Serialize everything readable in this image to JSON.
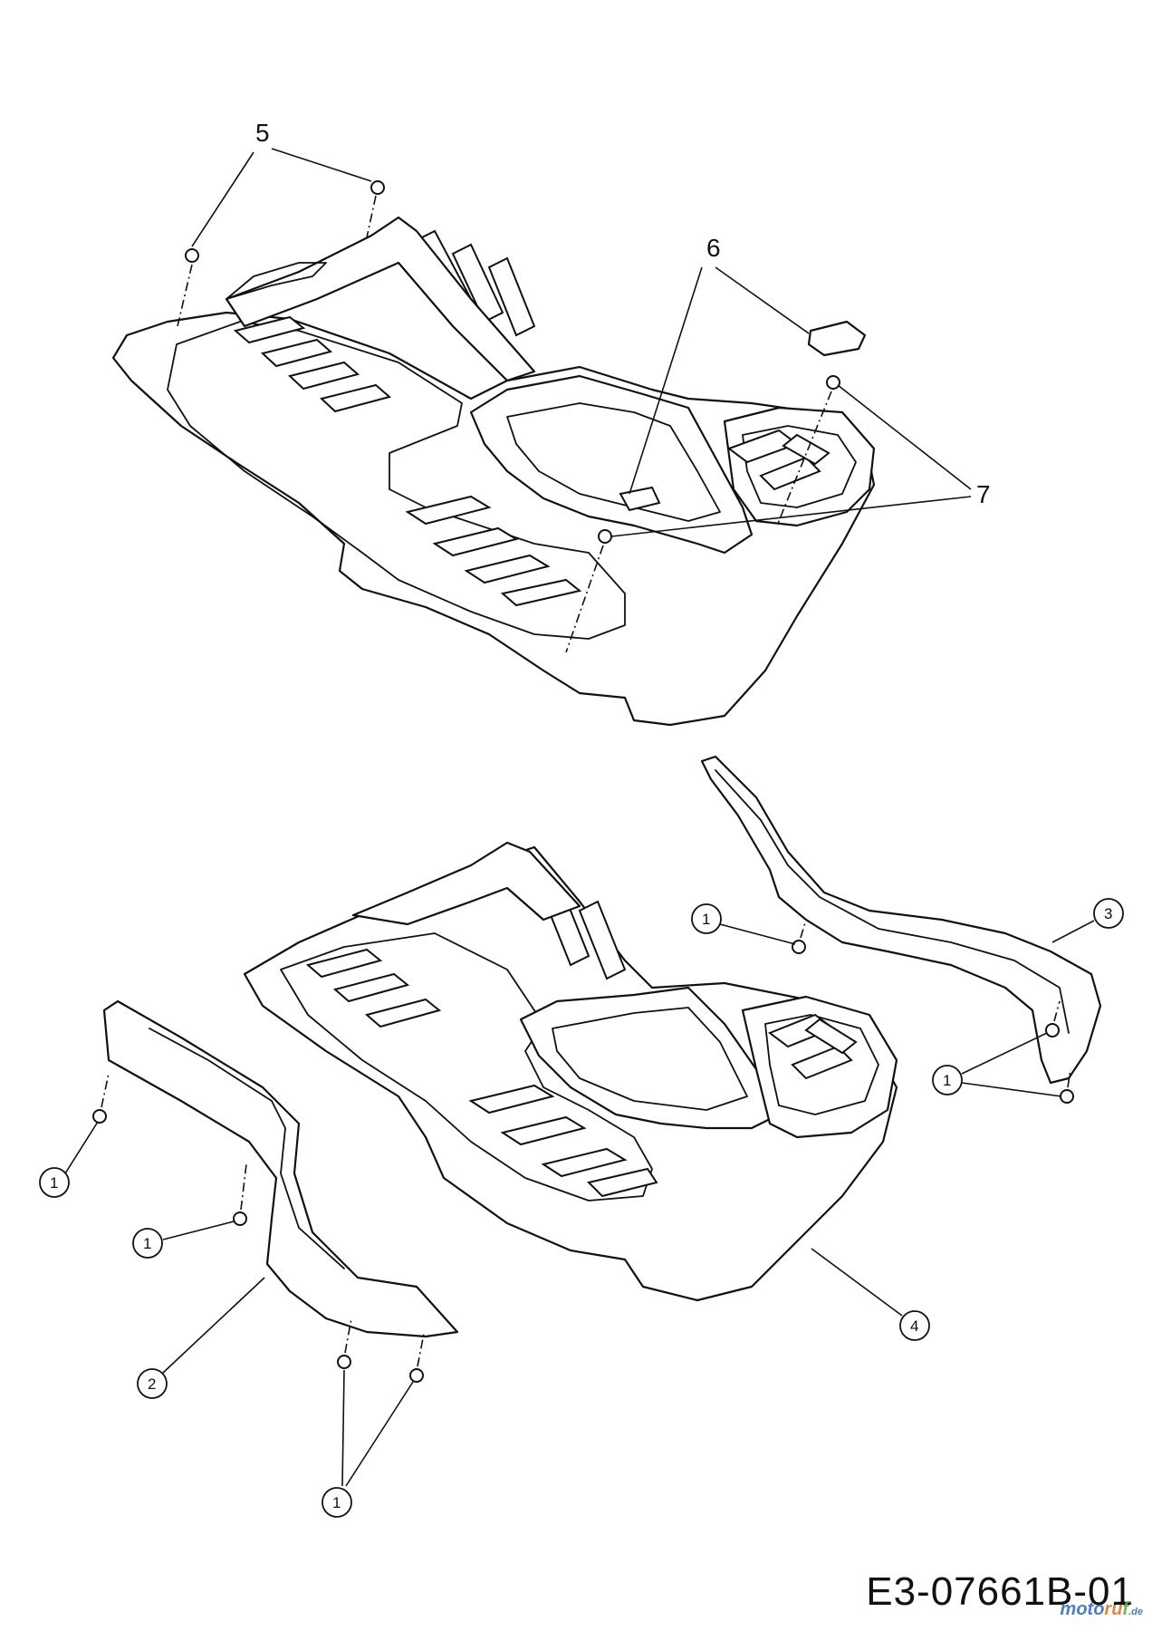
{
  "diagram": {
    "drawing_code": "E3-07661B-01",
    "watermark": {
      "part1": "moto",
      "part2": "ru",
      "part3": "f",
      "suffix": ".de"
    },
    "callouts_top": [
      {
        "id": "5",
        "label": "5"
      },
      {
        "id": "6",
        "label": "6"
      },
      {
        "id": "7",
        "label": "7"
      }
    ],
    "callouts_bottom": [
      {
        "id": "1a",
        "label": "1"
      },
      {
        "id": "1b",
        "label": "1"
      },
      {
        "id": "1c",
        "label": "1"
      },
      {
        "id": "1d",
        "label": "1"
      },
      {
        "id": "1e",
        "label": "1"
      },
      {
        "id": "2",
        "label": "2"
      },
      {
        "id": "3",
        "label": "3"
      },
      {
        "id": "4",
        "label": "4"
      }
    ]
  }
}
